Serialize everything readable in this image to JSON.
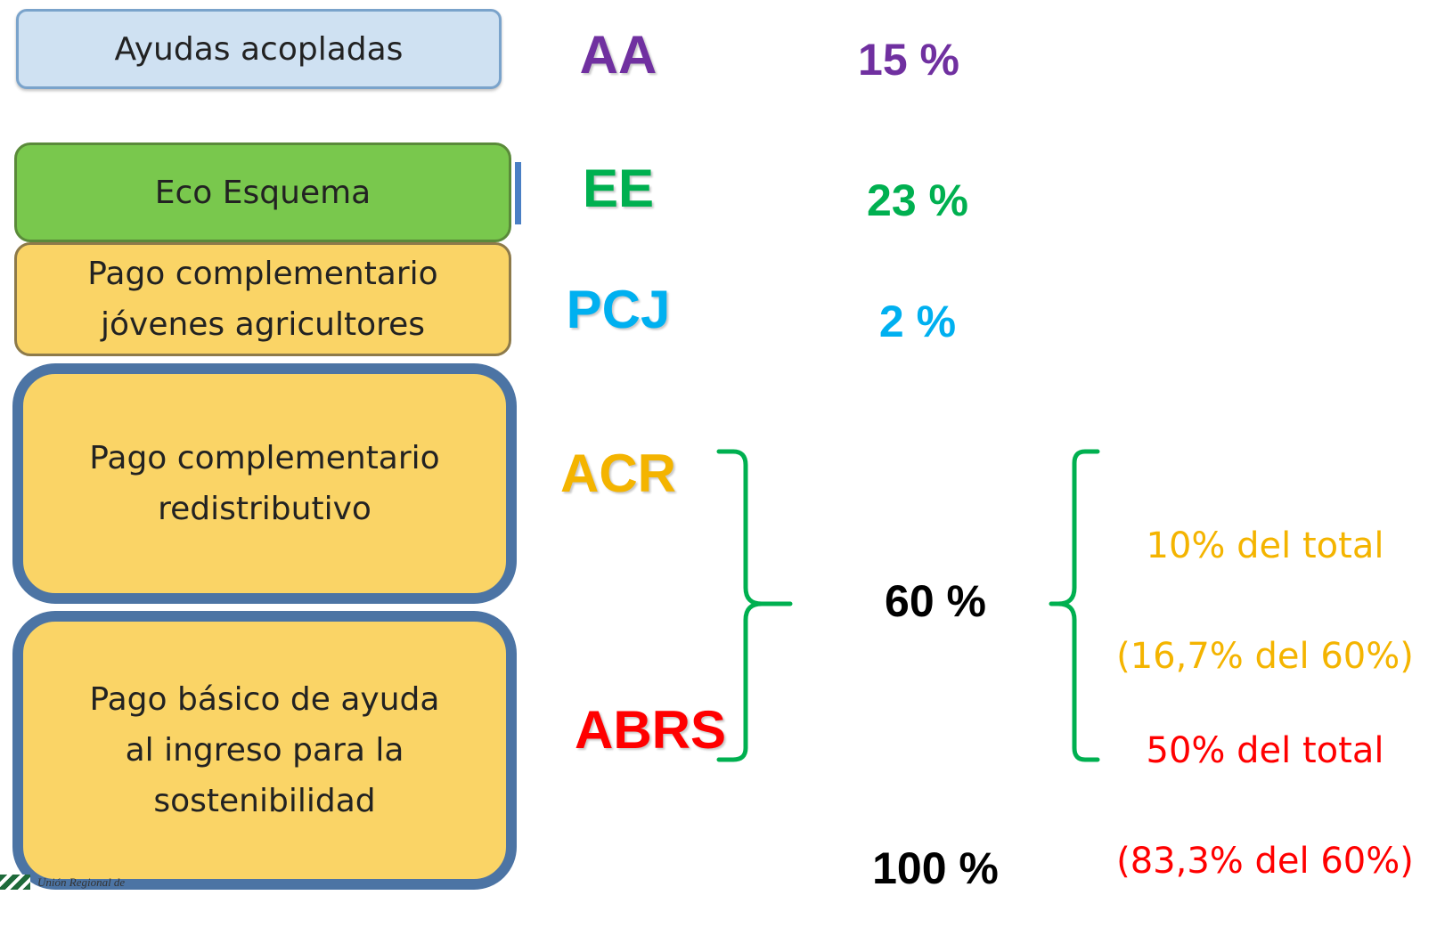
{
  "colors": {
    "aa": "#7030a0",
    "ee": "#00b050",
    "pcj": "#00b0f0",
    "acr": "#f4b400",
    "abrs": "#ff0000",
    "total": "#000000",
    "brace": "#00b050"
  },
  "boxes": {
    "aa": "Ayudas acopladas",
    "ee": "Eco Esquema",
    "pcj": "Pago complementario\njóvenes agricultores",
    "acr": "Pago complementario\nredistributivo",
    "abrs": "Pago básico de ayuda\nal ingreso para la\nsostenibilidad"
  },
  "abbreviations": {
    "aa": "AA",
    "ee": "EE",
    "pcj": "PCJ",
    "acr": "ACR",
    "abrs": "ABRS"
  },
  "percentages": {
    "aa": "15 %",
    "ee": "23 %",
    "pcj": "2 %",
    "combined": "60 %",
    "total": "100 %"
  },
  "notes": {
    "acr_line1": "10% del total",
    "acr_line2": "(16,7% del 60%)",
    "abrs_line1": "50% del total",
    "abrs_line2": "(83,3% del 60%)"
  },
  "logo": {
    "text": "Unión Regional de"
  }
}
